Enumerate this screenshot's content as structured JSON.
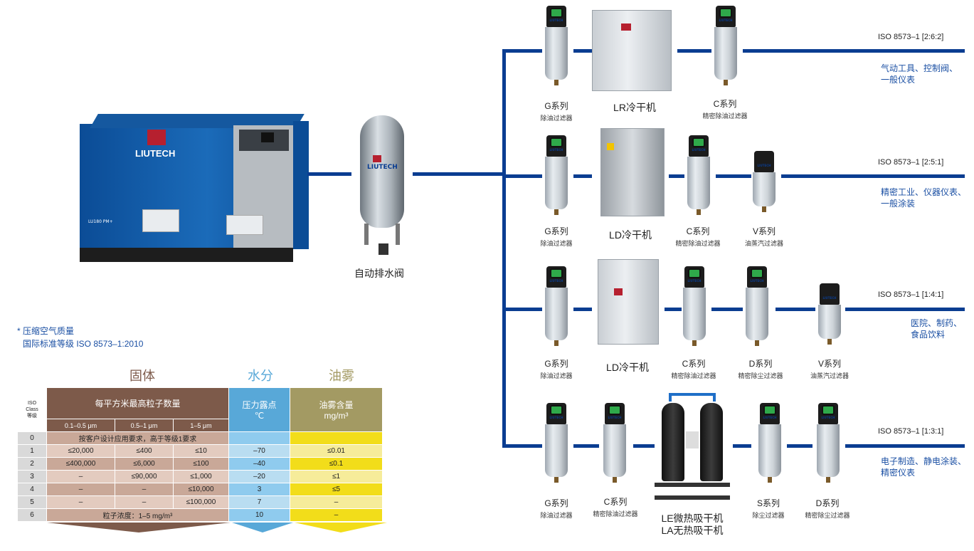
{
  "compressor": {
    "brand": "LIUTECH",
    "model": "LU180 PM+"
  },
  "tank": {
    "brand": "LIUTECH",
    "label": "自动排水阀"
  },
  "filter_brand": "LIUTECH",
  "rows": [
    {
      "iso": "ISO 8573–1 [2:6:2]",
      "application": [
        "气动工具、控制阀、",
        "一般仪表"
      ],
      "items": [
        {
          "main": "G系列",
          "sub": "除油过滤器"
        },
        {
          "main": "LR冷干机",
          "sub": ""
        },
        {
          "main": "C系列",
          "sub": "精密除油过滤器"
        }
      ]
    },
    {
      "iso": "ISO 8573–1 [2:5:1]",
      "application": [
        "精密工业、仪器仪表、",
        "一般涂装"
      ],
      "items": [
        {
          "main": "G系列",
          "sub": "除油过滤器"
        },
        {
          "main": "LD冷干机",
          "sub": ""
        },
        {
          "main": "C系列",
          "sub": "精密除油过滤器"
        },
        {
          "main": "V系列",
          "sub": "油蒸汽过滤器"
        }
      ]
    },
    {
      "iso": "ISO 8573–1 [1:4:1]",
      "application": [
        "医院、制药、",
        "食品饮料"
      ],
      "items": [
        {
          "main": "G系列",
          "sub": "除油过滤器"
        },
        {
          "main": "LD冷干机",
          "sub": ""
        },
        {
          "main": "C系列",
          "sub": "精密除油过滤器"
        },
        {
          "main": "D系列",
          "sub": "精密除尘过滤器"
        },
        {
          "main": "V系列",
          "sub": "油蒸汽过滤器"
        }
      ]
    },
    {
      "iso": "ISO 8573–1 [1:3:1]",
      "application": [
        "电子制造、静电涂装、",
        "精密仪表"
      ],
      "items": [
        {
          "main": "G系列",
          "sub": "除油过滤器"
        },
        {
          "main": "C系列",
          "sub": "精密除油过滤器"
        },
        {
          "main": "LE微热吸干机",
          "sub": "LA无热吸干机"
        },
        {
          "main": "S系列",
          "sub": "除尘过滤器"
        },
        {
          "main": "D系列",
          "sub": "精密除尘过滤器"
        }
      ]
    }
  ],
  "note": {
    "line1": "* 压缩空气质量",
    "line2": "国际标准等级 ISO 8573–1:2010"
  },
  "table": {
    "group_titles": {
      "solid": "固体",
      "water": "水分",
      "oil": "油雾"
    },
    "class_header": [
      "ISO",
      "Class",
      "等级"
    ],
    "solid_header": "每平方米最高粒子数量",
    "solid_sub": [
      "0.1–0.5 μm",
      "0.5–1 μm",
      "1–5 μm"
    ],
    "water_header": [
      "压力露点",
      "℃"
    ],
    "oil_header": [
      "油雾含量",
      "mg/m³"
    ],
    "row0": {
      "class": "0",
      "solid": "按客户设计应用要求，高于等级1要求",
      "water": "",
      "oil": ""
    },
    "rows": [
      {
        "class": "1",
        "s1": "≤20,000",
        "s2": "≤400",
        "s3": "≤10",
        "water": "–70",
        "oil": "≤0.01"
      },
      {
        "class": "2",
        "s1": "≤400,000",
        "s2": "≤6,000",
        "s3": "≤100",
        "water": "–40",
        "oil": "≤0.1"
      },
      {
        "class": "3",
        "s1": "–",
        "s2": "≤90,000",
        "s3": "≤1,000",
        "water": "–20",
        "oil": "≤1"
      },
      {
        "class": "4",
        "s1": "–",
        "s2": "–",
        "s3": "≤10,000",
        "water": "3",
        "oil": "≤5"
      },
      {
        "class": "5",
        "s1": "–",
        "s2": "–",
        "s3": "≤100,000",
        "water": "7",
        "oil": "–"
      }
    ],
    "row6": {
      "class": "6",
      "solid": "粒子浓度：1–5 mg/m³",
      "water": "10",
      "oil": "–"
    }
  },
  "colors": {
    "pipe": "#0a3d91",
    "application_text": "#1a4fa3",
    "solid": "#7d5a4a",
    "water": "#58a8d8",
    "oil": "#a39a63"
  }
}
